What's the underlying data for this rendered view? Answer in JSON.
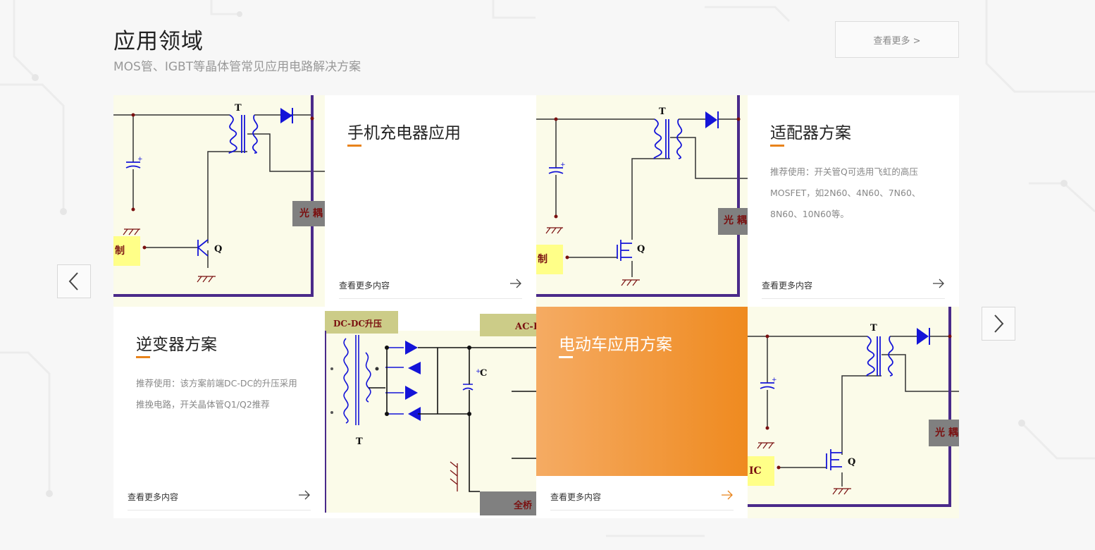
{
  "section": {
    "title": "应用领域",
    "subtitle": "MOS管、IGBT等晶体管常见应用电路解决方案",
    "more_label": "查看更多 >"
  },
  "cards": [
    {
      "title": "手机充电器应用",
      "desc": "",
      "link": "查看更多内容"
    },
    {
      "title": "适配器方案",
      "desc": "推荐使用：开关管Q可选用飞虹的高压MOSFET，如2N60、4N60、7N60、8N60、10N60等。",
      "link": "查看更多内容"
    },
    {
      "title": "逆变器方案",
      "desc": "推荐使用：该方案前端DC-DC的升压采用推挽电路，开关晶体管Q1/Q2推荐",
      "link": "查看更多内容"
    },
    {
      "title": "电动车应用方案",
      "desc": "",
      "link": "查看更多内容",
      "active": true
    }
  ],
  "circuit_labels": {
    "transformer": "T",
    "transistor": "Q",
    "optocoupler": "光 耦",
    "control": "制",
    "control_ic": "IC",
    "dcdc": "DC-DC升压",
    "acdc": "AC-D",
    "capacitor": "C",
    "bridge": "全桥",
    "plus": "+"
  },
  "colors": {
    "accent": "#e8831b",
    "active_gradient_start": "#f5ab63",
    "active_gradient_end": "#ef8a1f",
    "circuit_bg": "#fbfbe9",
    "circuit_blue": "#1414d8",
    "circuit_purple": "#4a2a8a",
    "circuit_darkred": "#7a1010"
  },
  "icons": {
    "prev": "chevron-left-icon",
    "next": "chevron-right-icon",
    "link_arrow": "arrow-right-icon"
  }
}
